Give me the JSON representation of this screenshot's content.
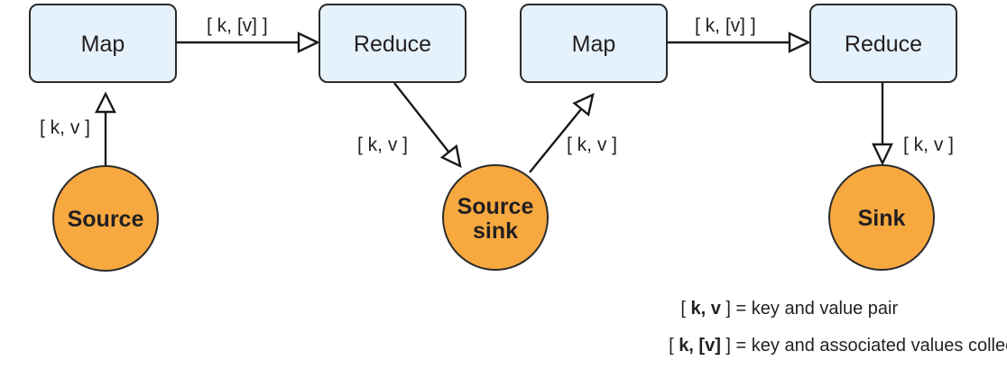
{
  "nodes": {
    "map1": "Map",
    "reduce1": "Reduce",
    "map2": "Map",
    "reduce2": "Reduce"
  },
  "stores": {
    "source": "Source",
    "source_sink_line1": "Source",
    "source_sink_line2": "sink",
    "sink": "Sink"
  },
  "edges": {
    "source_to_map1": "[ k, v ]",
    "map1_to_reduce1": "[ k, [v] ]",
    "reduce1_to_source_sink": "[ k, v ]",
    "source_sink_to_map2": "[ k, v ]",
    "map2_to_reduce2": "[ k, [v] ]",
    "reduce2_to_sink": "[ k, v ]"
  },
  "legend": {
    "pair": {
      "open": "[ ",
      "key": "k, v",
      "close": " ]",
      "equals": " = ",
      "description": "key and value pair"
    },
    "collection": {
      "open": "[ ",
      "key": "k, [v]",
      "close": " ]",
      "equals": " = ",
      "description": "key and associated values collection"
    }
  },
  "colors": {
    "box_fill": "#e6f2fb",
    "circle_fill": "#f7a940",
    "stroke": "#2b2b2b"
  }
}
